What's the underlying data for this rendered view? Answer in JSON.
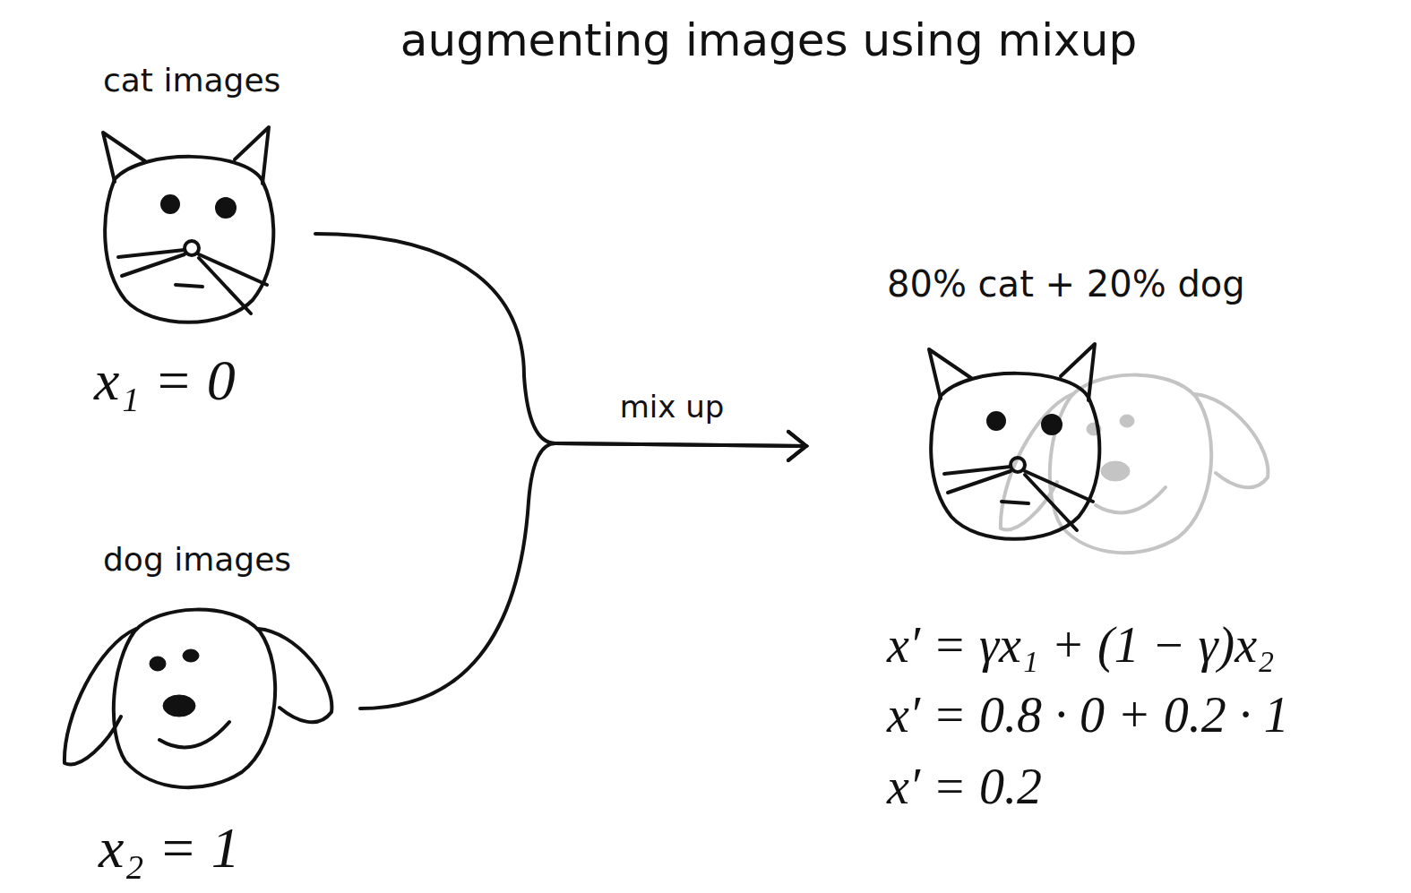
{
  "diagram": {
    "title": "augmenting images using mixup",
    "nodes": [
      {
        "text": [
          "cat images",
          "x₁ = 0"
        ]
      },
      {
        "text": [
          "dog images",
          "x₂ = 1"
        ]
      },
      {
        "text": [
          "80% cat + 20% dog"
        ]
      }
    ],
    "edges": [
      {
        "from": 0,
        "to": 2,
        "arrow": "to",
        "label": "mix up"
      },
      {
        "from": 1,
        "to": 2,
        "arrow": "to"
      }
    ],
    "labels": [
      "x′ = γx₁ + (1 − γ)x₂",
      "x′ = 0.8 · 0 + 0.2 · 1",
      "x′ = 0.2"
    ]
  }
}
